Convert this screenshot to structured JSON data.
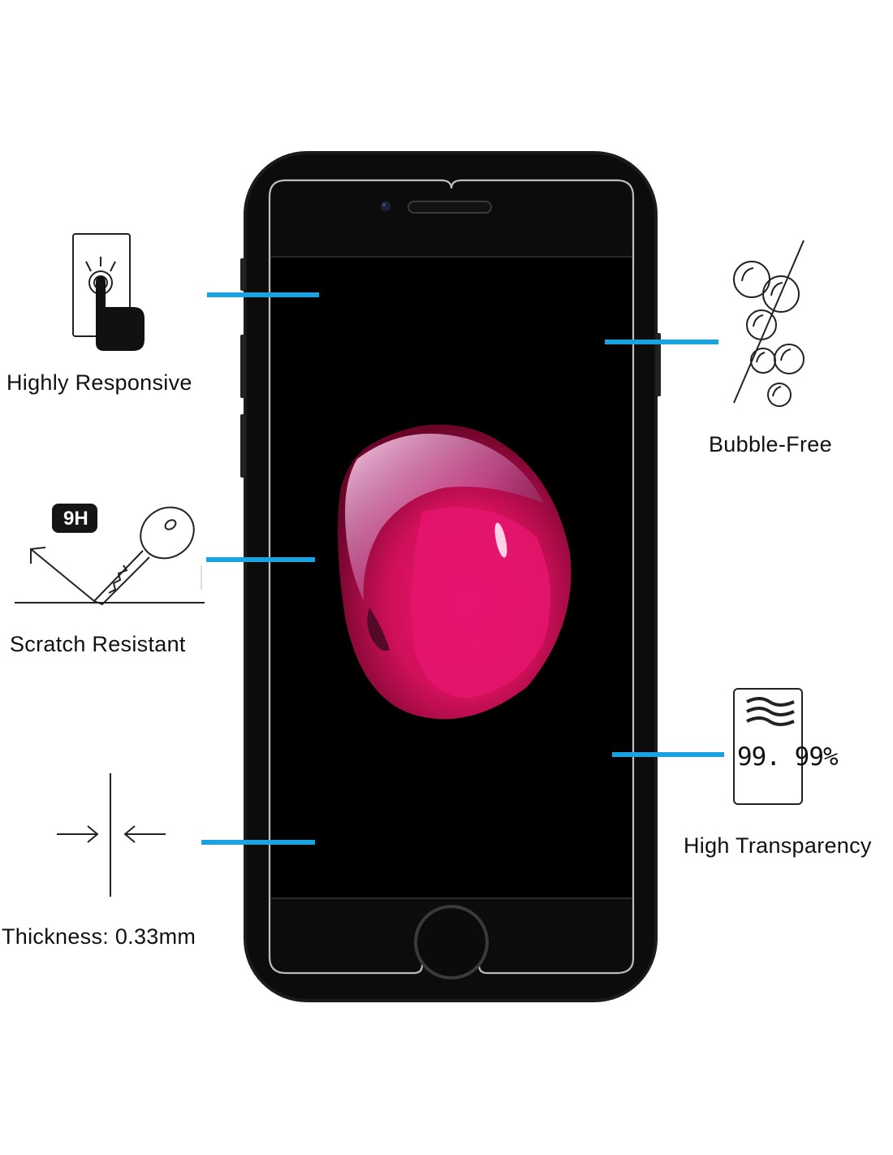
{
  "features": {
    "responsive": "Highly Responsive",
    "scratch": "Scratch Resistant",
    "thickness": "Thickness: 0.33mm",
    "bubble": "Bubble-Free",
    "transparency": "High Transparency"
  },
  "badges": {
    "hardness": "9H",
    "transparency_value": "99. 99%"
  },
  "colors": {
    "connector": "#1aa3e0",
    "phone_body": "#1a1a1a",
    "screen": "#000000",
    "drop": "#e0135f"
  },
  "icons": {
    "responsive": "touch-finger-icon",
    "scratch": "key-scratch-icon",
    "thickness": "thickness-arrows-icon",
    "bubble": "bubbles-strikethrough-icon",
    "transparency": "transparency-card-icon"
  }
}
